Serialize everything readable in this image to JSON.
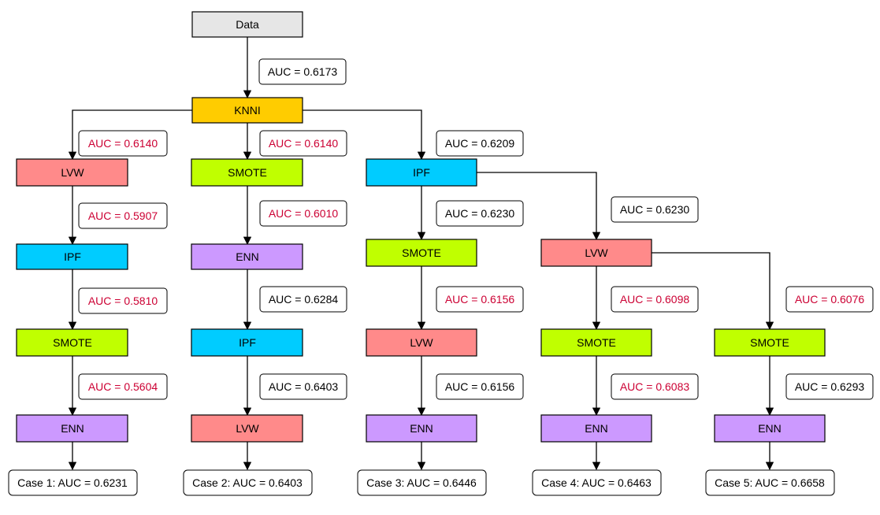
{
  "colors": {
    "data": "#e6e6e6",
    "KNNI": "#ffcc00",
    "LVW": "#ff8a8a",
    "SMOTE": "#c0ff00",
    "IPF": "#00ccff",
    "ENN": "#cc99ff",
    "red_text": "#cc0033",
    "black_text": "#000000"
  },
  "nodes": {
    "data": "Data",
    "knni": "KNNI",
    "c1_n1": "LVW",
    "c1_n2": "IPF",
    "c1_n3": "SMOTE",
    "c1_n4": "ENN",
    "c2_n1": "SMOTE",
    "c2_n2": "ENN",
    "c2_n3": "IPF",
    "c2_n4": "LVW",
    "c3_n1": "IPF",
    "c3_n2": "SMOTE",
    "c3_n3": "LVW",
    "c3_n4": "ENN",
    "c4_n2": "LVW",
    "c4_n3": "SMOTE",
    "c4_n4": "ENN",
    "c5_n3": "SMOTE",
    "c5_n4": "ENN"
  },
  "edges": {
    "data_knni": "AUC = 0.6173",
    "c1_e1": "AUC = 0.6140",
    "c1_e2": "AUC = 0.5907",
    "c1_e3": "AUC = 0.5810",
    "c1_e4": "AUC = 0.5604",
    "c2_e1": "AUC = 0.6140",
    "c2_e2": "AUC = 0.6010",
    "c2_e3": "AUC = 0.6284",
    "c2_e4": "AUC = 0.6403",
    "c3_e1": "AUC = 0.6209",
    "c3_e2": "AUC = 0.6230",
    "c3_e3": "AUC = 0.6156",
    "c3_e4": "AUC = 0.6156",
    "c4_e2": "AUC = 0.6230",
    "c4_e3": "AUC = 0.6098",
    "c4_e4": "AUC = 0.6083",
    "c5_e3": "AUC = 0.6076",
    "c5_e4": "AUC = 0.6293"
  },
  "results": {
    "case1": "Case 1: AUC = 0.6231",
    "case2": "Case 2: AUC = 0.6403",
    "case3": "Case 3: AUC = 0.6446",
    "case4": "Case 4: AUC = 0.6463",
    "case5": "Case 5: AUC = 0.6658"
  }
}
